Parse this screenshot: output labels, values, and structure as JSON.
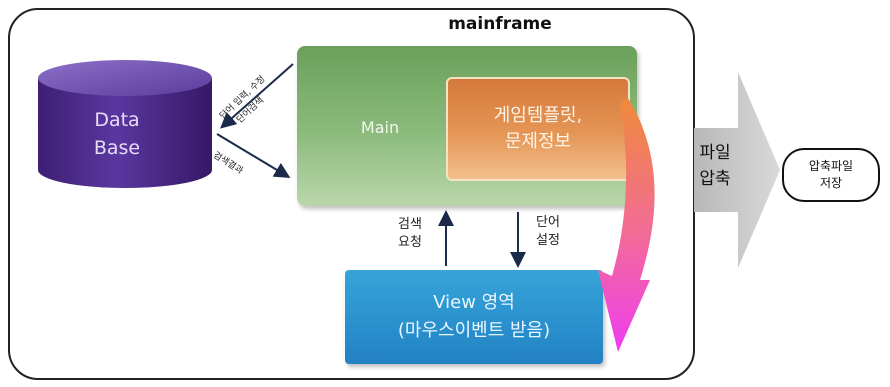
{
  "frame": {
    "title": "mainframe"
  },
  "database": {
    "line1": "Data",
    "line2": "Base"
  },
  "db_arrows": {
    "upper_line1": "단어 입력, 수정",
    "upper_line2": "단어검색",
    "lower": "검색결과"
  },
  "main": {
    "label": "Main",
    "template_line1": "게임템플릿,",
    "template_line2": "문제정보"
  },
  "view_arrows": {
    "left_line1": "검색",
    "left_line2": "요청",
    "right_line1": "단어",
    "right_line2": "설정"
  },
  "view": {
    "line1": "View 영역",
    "line2": "(마우스이벤트 받음)"
  },
  "compress": {
    "line1": "파일",
    "line2": "압축"
  },
  "save": {
    "line1": "압축파일",
    "line2": "저장"
  },
  "colors": {
    "database": "#4b2a86",
    "main": "#7bab6a",
    "template": "#e08a4a",
    "view": "#2e97d2",
    "curve_start": "#f08a3a",
    "curve_end": "#ee3df0",
    "big_arrow": "#c4c4c4"
  }
}
